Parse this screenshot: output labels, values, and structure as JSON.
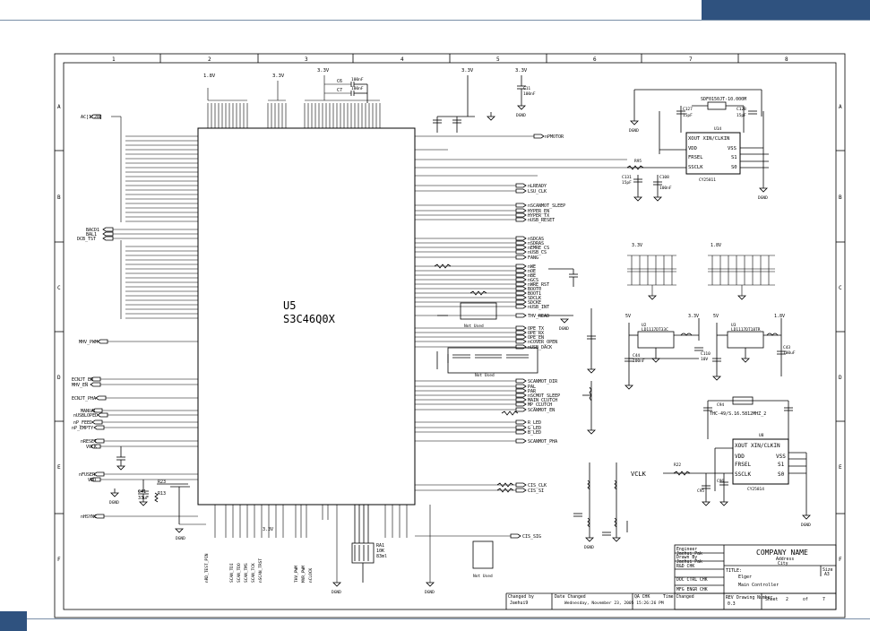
{
  "border": {
    "columns": [
      "1",
      "2",
      "3",
      "4",
      "5",
      "6",
      "7",
      "8"
    ],
    "rows": [
      "A",
      "B",
      "C",
      "D",
      "E",
      "F"
    ]
  },
  "main_ic": {
    "ref": "U5",
    "part": "S3C46Q0X"
  },
  "top_power": {
    "rail_1v8": "1.8V",
    "rail_3v3_a": "3.3V",
    "rail_3v3_b": "3.3V",
    "rail_3v3_c": "3.3V",
    "rail_3v3_d": "3.3V",
    "cap_c6": "C6",
    "cap_c7": "C7",
    "cap_c6_val": "100nF",
    "cap_c7_val": "100nF",
    "cap_c11": "C11",
    "cap_c11_val": "100nF",
    "cap_c127": "C127",
    "cap_c128": "C128",
    "xtal_u14": "U14"
  },
  "left_nets": {
    "bus_label": "AC[1:20]",
    "ctrl": [
      "BACD1",
      "BAL1",
      "DCB_TST"
    ],
    "pwm": "MHV_PWM",
    "e1": "ECNJT_EN",
    "e2": "MHV_EN",
    "pha": "ECNJT_PHA",
    "manual": "MANUAL",
    "nusb": "nUSBLOPED",
    "nfeed": "nP_FEED",
    "nempty": "nP_EMPTY",
    "nreset": "nRESET",
    "vclk": "VCLK",
    "nfuser": "nFUSER",
    "vdd": "VDD",
    "nsync": "nHSYNC",
    "c41": "C41",
    "c41_val": "33uF",
    "r13": "R13",
    "r23": "R23"
  },
  "right_nets": {
    "g1": [
      "nPMOTOR"
    ],
    "g2": [
      "nLREADY",
      "LSU_CLK"
    ],
    "g3": [
      "nSCANMOT_SLEEP",
      "HYPER_EN",
      "HYPER_TX",
      "nUSB_RESET"
    ],
    "g4": [
      "nSDCAS",
      "nSDRAS",
      "nEMRE_CS",
      "nUSB_CS",
      "FANG"
    ],
    "g5": [
      "nWE",
      "nOE",
      "nBE",
      "nGCS",
      "nWRE_RST",
      "BOOT0",
      "BOOT1",
      "SDCLK",
      "SDCKE",
      "nUSB_INT"
    ],
    "g6": [
      "THV_READ"
    ],
    "g7": [
      "OPE_TX",
      "OPE_RX",
      "OPE_EN",
      "nCOVER_OPEN",
      "nUSB_DACK"
    ],
    "g8": [
      "SCANMOT_DIR",
      "PAL",
      "PAR",
      "nSCMOT_SLEEP",
      "MAIN_CLUTCH",
      "MP_CLUTCH",
      "SCANMOT_EN"
    ],
    "g9": [
      "R_LED",
      "G_LED",
      "B_LED"
    ],
    "pha_right": "SCANMOT_PHA",
    "cis_clk": "CIS_CLK",
    "cis_sig": "CIS_SIG",
    "cis_si": "CIS_SI"
  },
  "regulators": {
    "rail_5v": "5V",
    "rail_3v3": "3.3V",
    "rail_1v8": "1.8V",
    "u_a": "U2",
    "u_a_part": "LD1117DT33C",
    "u_b": "U3",
    "u_b_part": "LD1117DT18TR",
    "c44": "C44",
    "c44_val": "100nF",
    "c43": "C43",
    "c43_val": "100uF",
    "c110": "C110",
    "cap_10v": "10V"
  },
  "clock_gen_top": {
    "xtal": "SDF0150JT-10.000M",
    "u": "U14",
    "part": "CY25811",
    "p_xout": "XOUT XIN/CLKIN",
    "p_vdd": "VDD",
    "p_vss": "VSS",
    "p_frsel": "FRSEL",
    "p_s1": "S1",
    "p_ssclk": "SSCLK",
    "p_s0": "S0",
    "r95": "R95",
    "c131": "C131",
    "c131_val": "15pF",
    "c108": "C108",
    "c108_val": "100nF",
    "c127_val": "15pF",
    "c128_val": "15pF"
  },
  "clock_gen_bottom": {
    "xtal": "THC-49/S.16.5812MHZ_2",
    "u": "U8",
    "part": "CY25814",
    "p_xout": "XOUT XIN/CLKIN",
    "p_vdd": "VDD",
    "p_vss": "VSS",
    "p_frsel": "FRSEL",
    "p_s1": "S1",
    "p_ssclk": "SSCLK",
    "p_s0": "S0",
    "vclk": "VCLK",
    "r22": "R22",
    "c94": "C94",
    "c95": "C95",
    "c96": "C96"
  },
  "gnd_label": "DGND",
  "ra_pack": {
    "ref": "RA1",
    "val": "10K",
    "val2": "83ml"
  },
  "not_used": "Not Used",
  "bottom_labels": {
    "jtag": [
      "nRD_TEST_PIN",
      "SCAN_TDI",
      "SCAN_TDO",
      "SCAN_TMS",
      "SCAN_TCK",
      "nSCAN_TRST"
    ],
    "mid": [
      "THV_PWM",
      "MVR_PWM",
      "nCLOCK"
    ],
    "r3v3": "3.3V"
  },
  "title_block": {
    "engineer": "Engineer",
    "engineer_name": "Jaehui Pak",
    "drawn_by": "Drawn By",
    "drawn_name": "Jaehui Pak",
    "rd_chk": "R&D CHK",
    "doc_ctrl": "DOC CTRL CHK",
    "mfg_eng": "MFG ENGR CHK",
    "qa_chk": "QA CHK",
    "company": "COMPANY NAME",
    "address": "Address",
    "city": "City",
    "title_label": "TITLE:",
    "title_value": "Elger",
    "subtitle": "Main Controller",
    "size_label": "Size",
    "size": "A3",
    "changed_by_label": "Changed by",
    "changed_by": "Jaehui9",
    "date_changed_label": "Date Changed",
    "date_changed": "Wednesday, November 23, 2005 15:26:26 PM",
    "time_changed_label": "Time Changed",
    "rev_label": "REV",
    "rev": "0.3",
    "drawing_number_label": "Drawing Number",
    "sheet_label": "Sheet",
    "sheet": "2",
    "of_label": "of",
    "sheets": "7"
  }
}
